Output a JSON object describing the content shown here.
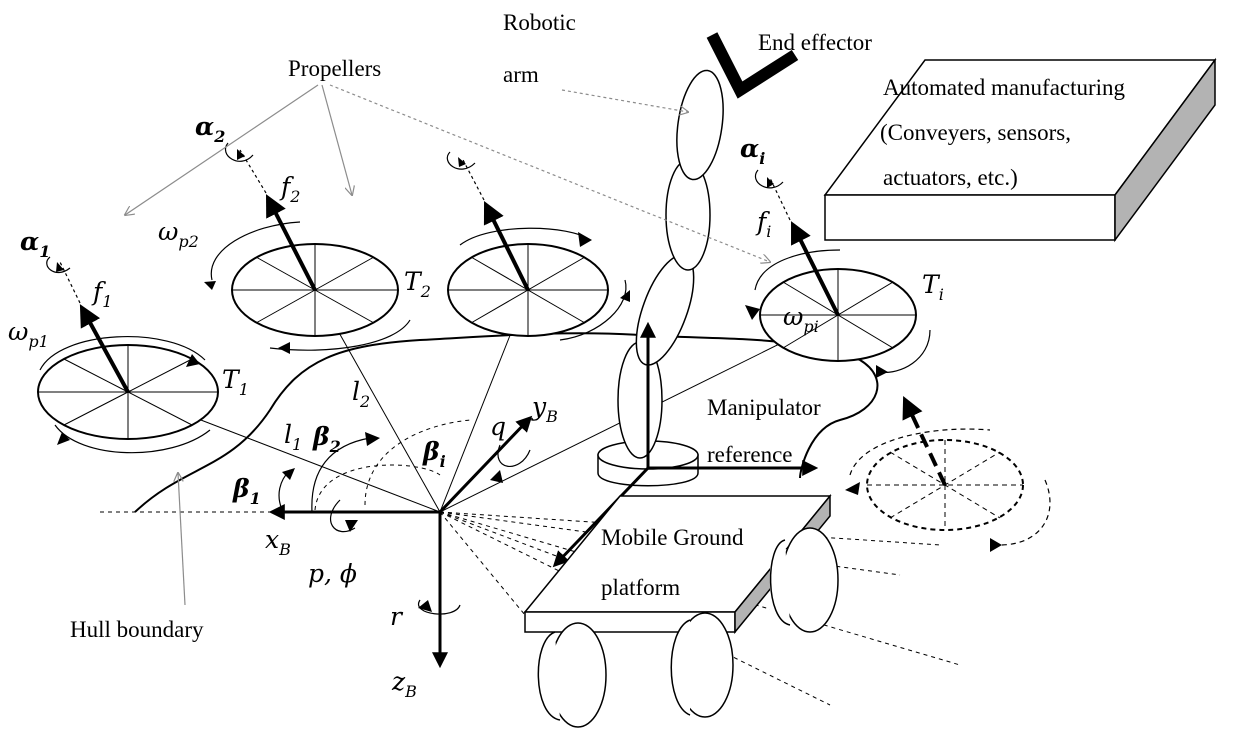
{
  "labels": {
    "robotic": "Robotic",
    "arm": "arm",
    "end_effector": "End effector",
    "propellers": "Propellers",
    "automated1": "Automated manufacturing",
    "automated2": "(Conveyers, sensors,",
    "automated3": "actuators, etc.)",
    "manipulator": "Manipulator",
    "reference": "reference",
    "mobile1": "Mobile Ground",
    "mobile2": "platform",
    "hull": "Hull boundary"
  },
  "symbols": {
    "alpha": "α",
    "beta": "β",
    "omega": "ω",
    "phi": "ϕ",
    "f": "f",
    "T": "T",
    "l": "l",
    "x": "x",
    "y": "y",
    "z": "z",
    "q": "q",
    "r": "r",
    "p_phi_sep": "p, ",
    "sub_1": "1",
    "sub_2": "2",
    "sub_i": "i",
    "sub_B": "B",
    "sub_p1": "p1",
    "sub_p2": "p2",
    "sub_pi": "pi"
  },
  "colors": {
    "ink": "#000000",
    "leader": "#8c8c8c",
    "side_shade": "#b3b3b3"
  }
}
